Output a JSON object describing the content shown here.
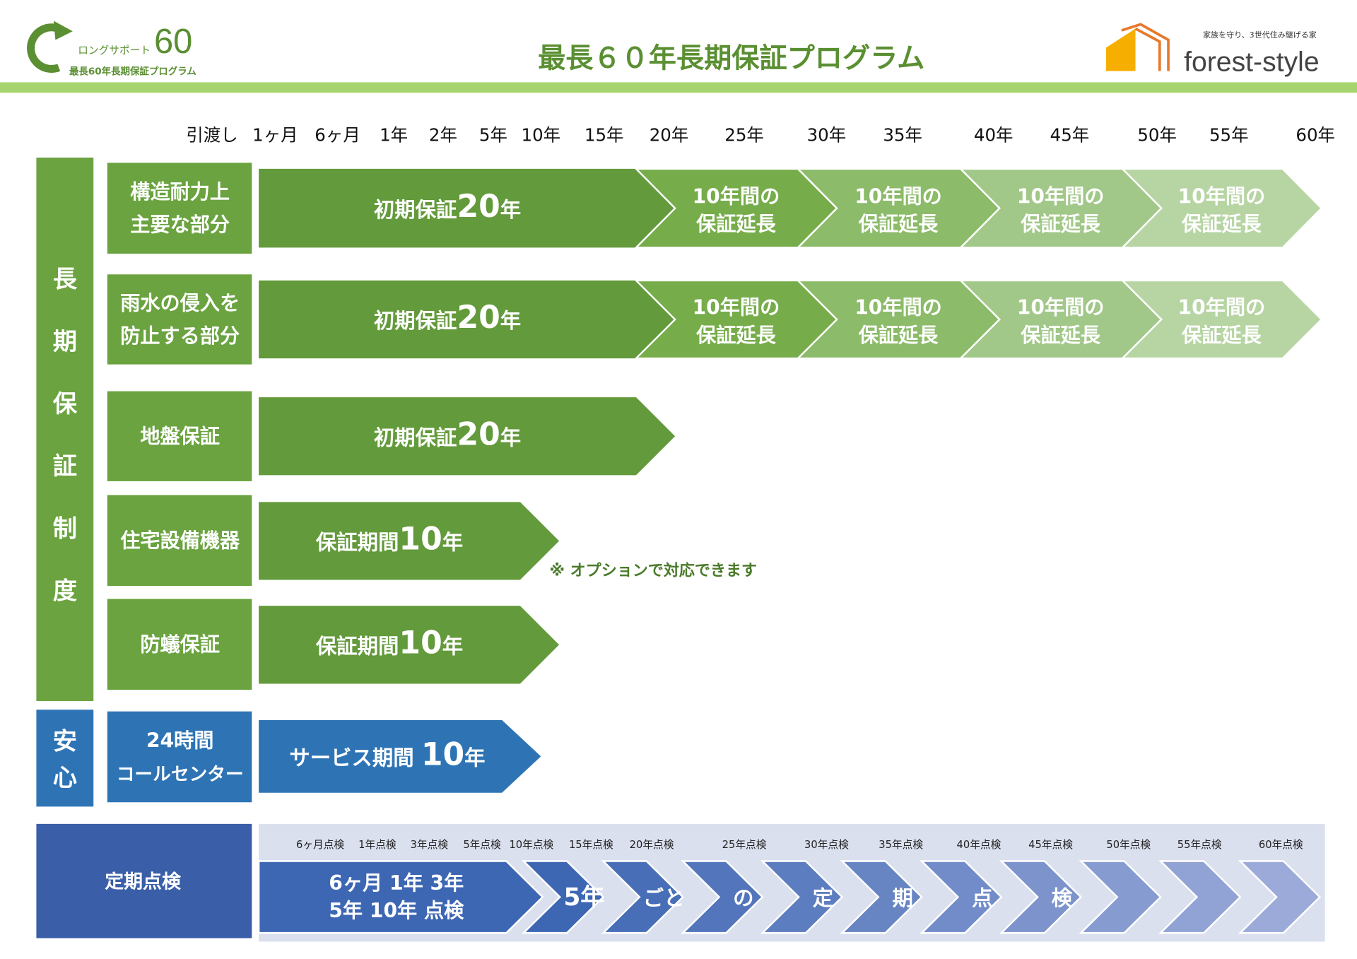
{
  "header": {
    "logo_left": {
      "tagline": "ロングサポート",
      "number": "60",
      "subtitle": "最長60年長期保証プログラム"
    },
    "title": "最長６０年長期保証プログラム",
    "logo_right": {
      "tagline": "家族を守り、3世代住み継げる家",
      "brand": "forest-style"
    }
  },
  "timeline": [
    "引渡し",
    "1ヶ月",
    "6ヶ月",
    "1年",
    "2年",
    "5年",
    "10年",
    "15年",
    "20年",
    "25年",
    "30年",
    "35年",
    "40年",
    "45年",
    "50年",
    "55年",
    "60年"
  ],
  "colors": {
    "green_dark": "#639a3b",
    "green_bar": "#a6d46e",
    "blue": "#2e74b5",
    "navy": "#3a5fa8",
    "inspect_bg": "#dbe0ef"
  },
  "side": {
    "guarantee": "長期保証制度",
    "anshin": "安心"
  },
  "rows": [
    {
      "label": [
        "構造耐力上",
        "主要な部分"
      ],
      "main": {
        "pre": "初期保証",
        "num": "20",
        "suf": "年"
      },
      "ext": [
        "10年間の",
        "保証延長"
      ],
      "ext_count": 4
    },
    {
      "label": [
        "雨水の侵入を",
        "防止する部分"
      ],
      "main": {
        "pre": "初期保証",
        "num": "20",
        "suf": "年"
      },
      "ext": [
        "10年間の",
        "保証延長"
      ],
      "ext_count": 4
    },
    {
      "label": [
        "地盤保証"
      ],
      "main": {
        "pre": "初期保証",
        "num": "20",
        "suf": "年"
      }
    },
    {
      "label": [
        "住宅設備機器"
      ],
      "main": {
        "pre": "保証期間",
        "num": "10",
        "suf": "年"
      },
      "note": "※ オプションで対応できます"
    },
    {
      "label": [
        "防蟻保証"
      ],
      "main": {
        "pre": "保証期間",
        "num": "10",
        "suf": "年"
      }
    },
    {
      "label": [
        "24時間",
        "コールセンター"
      ],
      "main": {
        "pre": "サービス期間 ",
        "num": "10",
        "suf": "年"
      }
    }
  ],
  "inspection": {
    "label": "定期点検",
    "ticks": [
      "6ヶ月点検",
      "1年点検",
      "3年点検",
      "5年点検",
      "10年点検",
      "15年点検",
      "20年点検",
      "25年点検",
      "30年点検",
      "35年点検",
      "40年点検",
      "45年点検",
      "50年点検",
      "55年点検",
      "60年点検"
    ],
    "first": [
      "6ヶ月  1年  3年",
      "5年  10年  点検"
    ],
    "chevrons": [
      "5年",
      "ごと",
      "の",
      "定",
      "期",
      "点",
      "検",
      "",
      "",
      ""
    ]
  }
}
